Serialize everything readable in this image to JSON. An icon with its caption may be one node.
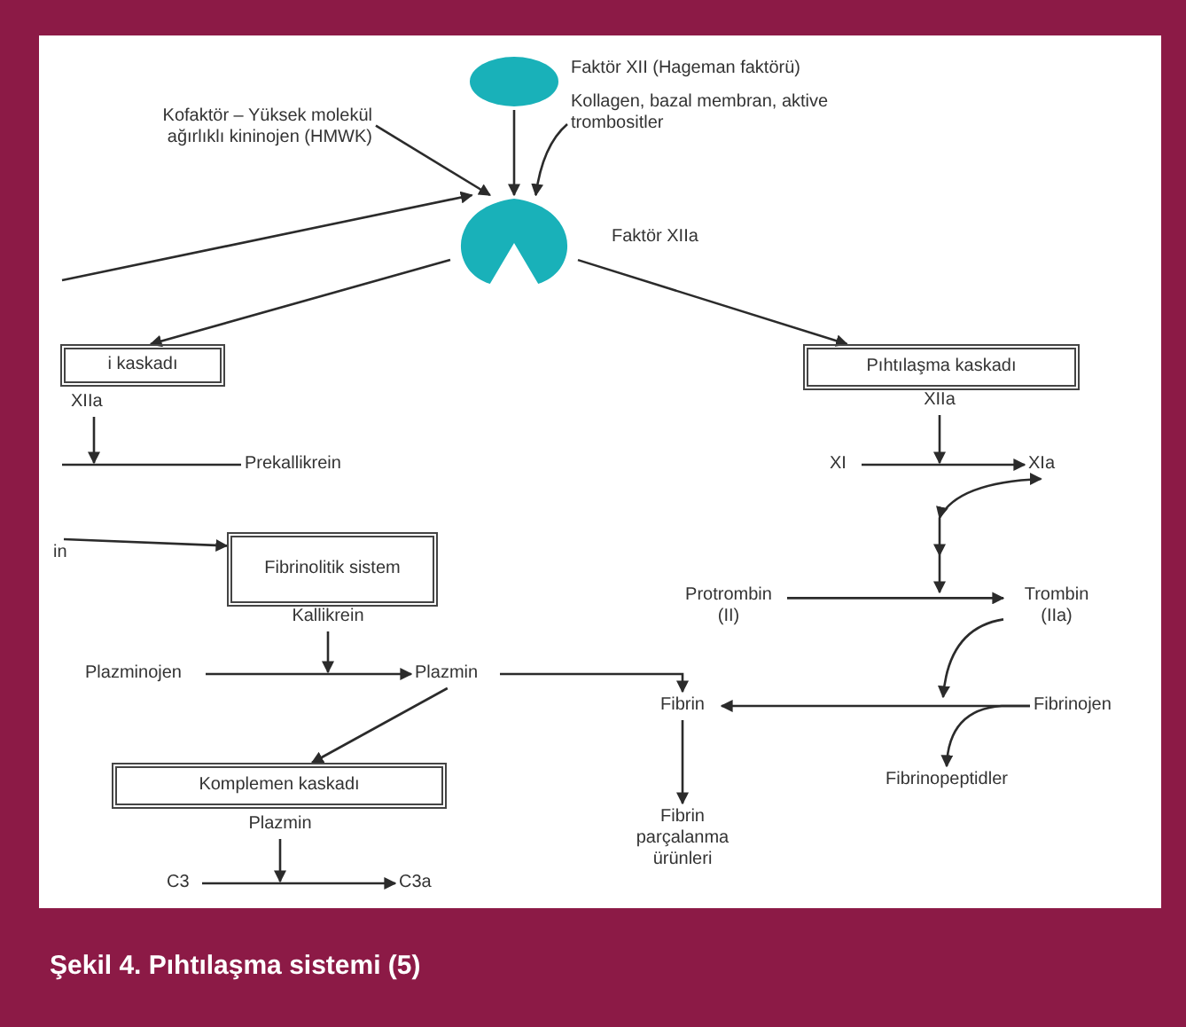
{
  "diagram": {
    "caption": "Şekil 4. Pıhtılaşma sistemi (5)",
    "nodes": [
      {
        "text": [],
        "shape": "ellipse",
        "beside": [
          "Faktör XII (Hageman faktörü)"
        ]
      },
      {
        "text": [
          "Kollagen, bazal membran, aktive trombositler"
        ]
      },
      {
        "text": [
          "Kofaktör – Yüksek molekül ağırlıklı kininojen (HMWK)"
        ]
      },
      {
        "text": [],
        "shape": "crescent",
        "beside": [
          "Faktör XIIa"
        ]
      },
      {
        "text": [
          "i kaskadı"
        ]
      },
      {
        "text": [
          "XIIa"
        ]
      },
      {
        "text": [
          "Prekallikrein"
        ]
      },
      {
        "text": [
          "in"
        ]
      },
      {
        "text": [
          "Fibrinolitik sistem"
        ]
      },
      {
        "text": [
          "Kallikrein"
        ]
      },
      {
        "text": [
          "Plazminojen"
        ]
      },
      {
        "text": [
          "Plazmin"
        ]
      },
      {
        "text": [
          "Komplemen kaskadı"
        ]
      },
      {
        "text": [
          "Plazmin"
        ]
      },
      {
        "text": [
          "C3"
        ]
      },
      {
        "text": [
          "C3a"
        ]
      },
      {
        "text": [
          "Pıhtılaşma kaskadı"
        ]
      },
      {
        "text": [
          "XIIa"
        ]
      },
      {
        "text": [
          "XI"
        ]
      },
      {
        "text": [
          "XIa"
        ]
      },
      {
        "text": [
          "Protrombin (II)"
        ]
      },
      {
        "text": [
          "Trombin (IIa)"
        ]
      },
      {
        "text": [
          "Fibrin"
        ]
      },
      {
        "text": [
          "Fibrinojen"
        ]
      },
      {
        "text": [
          "Fibrinopeptidler"
        ]
      },
      {
        "text": [
          "Fibrin parçalanma ürünleri"
        ]
      }
    ],
    "edges": [
      {
        "from": 0,
        "to": 3,
        "arrow": "to"
      },
      {
        "from": 1,
        "to": 3,
        "arrow": "to"
      },
      {
        "from": 2,
        "to": 3,
        "arrow": "to"
      },
      {
        "from": null,
        "to": 3,
        "arrow": "to"
      },
      {
        "from": 3,
        "to": 4,
        "arrow": "to"
      },
      {
        "from": 3,
        "to": 16,
        "arrow": "to"
      },
      {
        "from": 5,
        "to": null,
        "arrow": "to"
      },
      {
        "from": 6,
        "to": null,
        "arrow": "none"
      },
      {
        "from": 7,
        "to": 8,
        "arrow": "to"
      },
      {
        "from": 9,
        "to": null,
        "arrow": "to"
      },
      {
        "from": 10,
        "to": 11,
        "arrow": "to"
      },
      {
        "from": 11,
        "to": 12,
        "arrow": "to"
      },
      {
        "from": 11,
        "to": 22,
        "arrow": "to"
      },
      {
        "from": 13,
        "to": null,
        "arrow": "to"
      },
      {
        "from": 14,
        "to": 15,
        "arrow": "to"
      },
      {
        "from": 17,
        "to": null,
        "arrow": "to"
      },
      {
        "from": 18,
        "to": 19,
        "arrow": "to"
      },
      {
        "from": 19,
        "to": null,
        "arrow": "to"
      },
      {
        "from": 20,
        "to": 21,
        "arrow": "to"
      },
      {
        "from": 21,
        "to": null,
        "arrow": "to"
      },
      {
        "from": 23,
        "to": 22,
        "arrow": "to"
      },
      {
        "from": 23,
        "to": 24,
        "arrow": "to"
      },
      {
        "from": 22,
        "to": 25,
        "arrow": "to"
      }
    ]
  }
}
